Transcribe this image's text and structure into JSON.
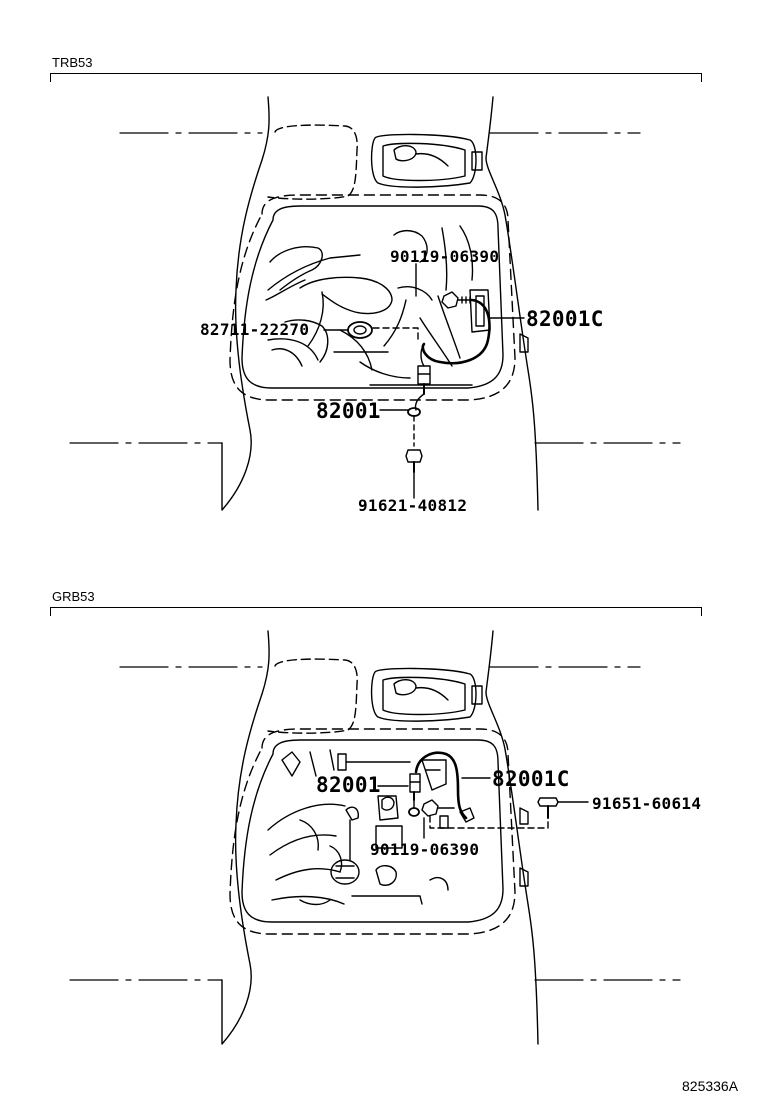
{
  "catalog_code": "825336A",
  "sections": [
    {
      "model": "TRB53",
      "parts": {
        "clip_bolt": "90119-06390",
        "harness_c": "82001C",
        "grommet": "82711-22270",
        "harness": "82001",
        "ground_bolt": "91621-40812"
      }
    },
    {
      "model": "GRB53",
      "parts": {
        "harness": "82001",
        "harness_c": "82001C",
        "flange_bolt": "91651-60614",
        "clip_bolt": "90119-06390"
      }
    }
  ]
}
